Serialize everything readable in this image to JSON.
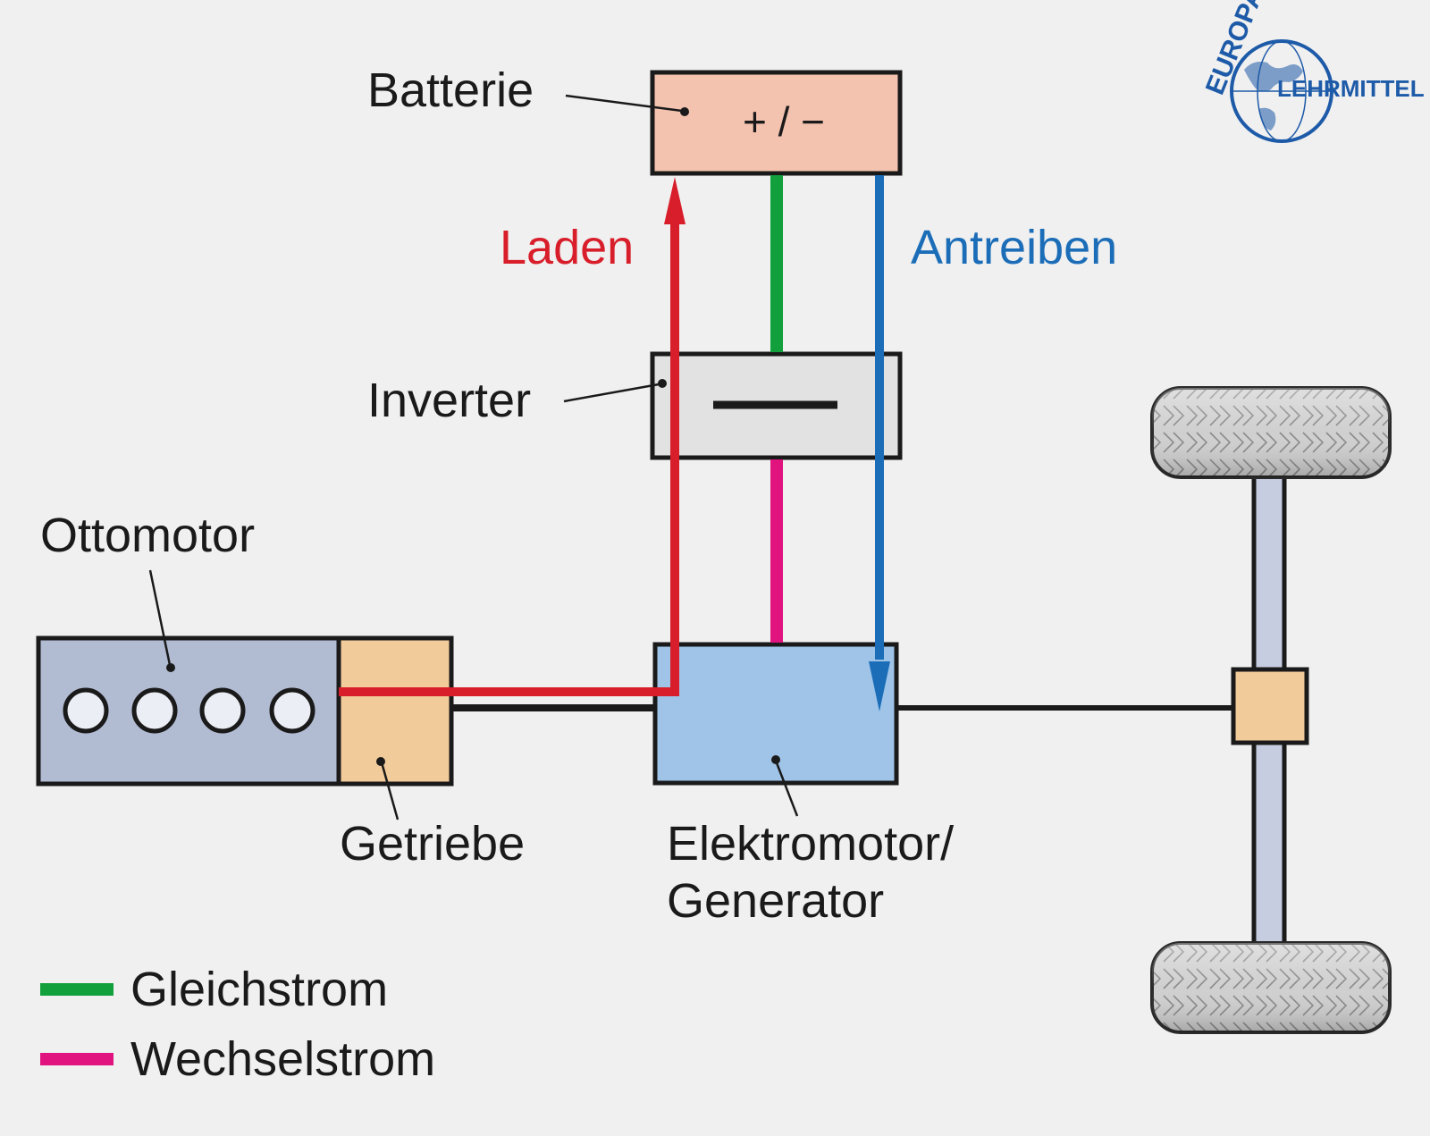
{
  "labels": {
    "batterie": "Batterie",
    "inverter": "Inverter",
    "ottomotor": "Ottomotor",
    "getriebe": "Getriebe",
    "elektromotor_line1": "Elektromotor/",
    "elektromotor_line2": "Generator",
    "laden": "Laden",
    "antreiben": "Antreiben"
  },
  "battery_symbol": "+ / −",
  "legend": [
    {
      "label": "Gleichstrom",
      "color": "#12a03c"
    },
    {
      "label": "Wechselstrom",
      "color": "#e0137f"
    }
  ],
  "logo": {
    "top": "EUROPA",
    "bottom": "LEHRMITTEL"
  },
  "colors": {
    "laden": "#d81e2a",
    "antreiben": "#1b6db8",
    "gleichstrom": "#12a03c",
    "wechselstrom": "#e0137f",
    "battery_fill": "#f4c3b0",
    "inverter_fill": "#e2e2e2",
    "engine_fill": "#b1bbd2",
    "gearbox_fill": "#f2cb9a",
    "motor_fill": "#9fc4e8",
    "axle_fill": "#c7cde0",
    "logo": "#1d5aa8"
  }
}
